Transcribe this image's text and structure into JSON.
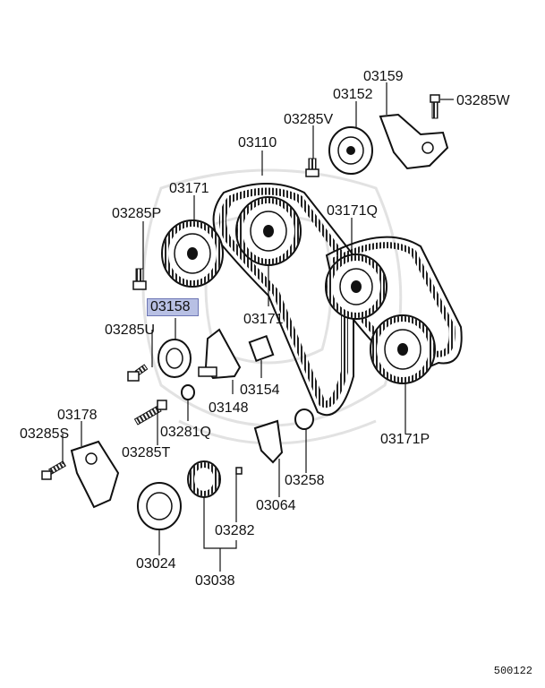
{
  "diagram": {
    "labels": {
      "p03159": "03159",
      "p03152": "03152",
      "p03285W": "03285W",
      "p03285V": "03285V",
      "p03110": "03110",
      "p03171": "03171",
      "p03171Q": "03171Q",
      "p03285P": "03285P",
      "p03171b": "03171",
      "p03158": "03158",
      "p03285U": "03285U",
      "p03154": "03154",
      "p03148": "03148",
      "p03281Q": "03281Q",
      "p03178": "03178",
      "p03285S": "03285S",
      "p03285T": "03285T",
      "p03258": "03258",
      "p03171P": "03171P",
      "p03064": "03064",
      "p03282": "03282",
      "p03024": "03024",
      "p03038": "03038"
    },
    "highlighted_part": "03158",
    "highlight_color": "#b8c0e4",
    "document_number": "500122"
  }
}
